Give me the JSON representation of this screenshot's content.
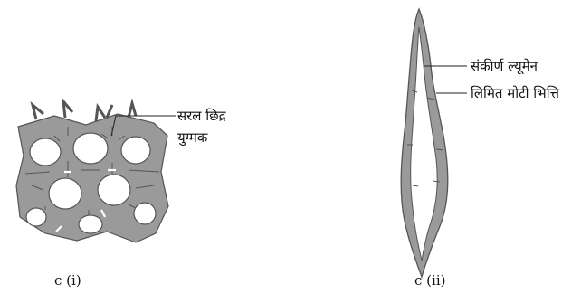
{
  "figure_i": {
    "caption": "c (i)",
    "label_line1": "सरल छिद्र",
    "label_line2": "युग्मक"
  },
  "figure_ii": {
    "caption": "c (ii)",
    "label_lumen": "संकीर्ण ल्यूमेन",
    "label_wall": "लिमित मोटी भित्ति"
  },
  "colors": {
    "cell_fill": "#9a9a9a",
    "cell_stroke": "#555555",
    "lumen_fill": "#ffffff",
    "leader_line": "#222222"
  }
}
